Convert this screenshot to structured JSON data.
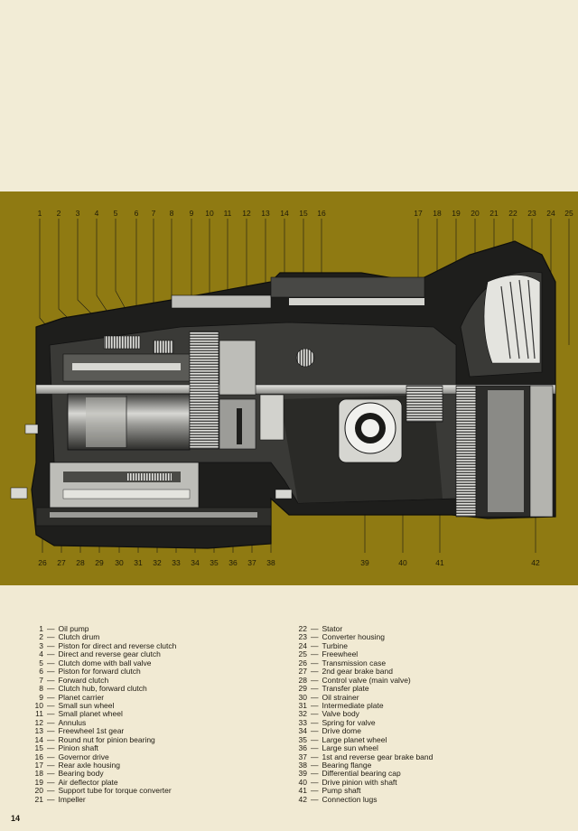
{
  "diagram": {
    "top_callouts": [
      "1",
      "2",
      "3",
      "4",
      "5",
      "6",
      "7",
      "8",
      "9",
      "10",
      "11",
      "12",
      "13",
      "14",
      "15",
      "16",
      "17",
      "18",
      "19",
      "20",
      "21",
      "22",
      "23",
      "24",
      "25"
    ],
    "bottom_callouts": [
      "26",
      "27",
      "28",
      "29",
      "30",
      "31",
      "32",
      "33",
      "34",
      "35",
      "36",
      "37",
      "38",
      "39",
      "40",
      "41",
      "42"
    ],
    "colors": {
      "band": "#8f7a12",
      "page": "#f1ead3",
      "metal_dark": "#2a2a28",
      "metal_light": "#cfcfcb"
    }
  },
  "legend_left": [
    {
      "n": "1",
      "text": "Oil pump"
    },
    {
      "n": "2",
      "text": "Clutch drum"
    },
    {
      "n": "3",
      "text": "Piston for direct and reverse clutch"
    },
    {
      "n": "4",
      "text": "Direct and reverse gear clutch"
    },
    {
      "n": "5",
      "text": "Clutch dome with ball valve"
    },
    {
      "n": "6",
      "text": "Piston for forward clutch"
    },
    {
      "n": "7",
      "text": "Forward clutch"
    },
    {
      "n": "8",
      "text": "Clutch hub, forward clutch"
    },
    {
      "n": "9",
      "text": "Planet carrier"
    },
    {
      "n": "10",
      "text": "Small sun wheel"
    },
    {
      "n": "11",
      "text": "Small planet wheel"
    },
    {
      "n": "12",
      "text": "Annulus"
    },
    {
      "n": "13",
      "text": "Freewheel 1st gear"
    },
    {
      "n": "14",
      "text": "Round nut for pinion bearing"
    },
    {
      "n": "15",
      "text": "Pinion shaft"
    },
    {
      "n": "16",
      "text": "Governor drive"
    },
    {
      "n": "17",
      "text": "Rear axle housing"
    },
    {
      "n": "18",
      "text": "Bearing body"
    },
    {
      "n": "19",
      "text": "Air deflector plate"
    },
    {
      "n": "20",
      "text": "Support tube for torque converter"
    },
    {
      "n": "21",
      "text": "Impeller"
    }
  ],
  "legend_right": [
    {
      "n": "22",
      "text": "Stator"
    },
    {
      "n": "23",
      "text": "Converter housing"
    },
    {
      "n": "24",
      "text": "Turbine"
    },
    {
      "n": "25",
      "text": "Freewheel"
    },
    {
      "n": "26",
      "text": "Transmission case"
    },
    {
      "n": "27",
      "text": "2nd gear brake band"
    },
    {
      "n": "28",
      "text": "Control valve (main valve)"
    },
    {
      "n": "29",
      "text": "Transfer plate"
    },
    {
      "n": "30",
      "text": "Oil strainer"
    },
    {
      "n": "31",
      "text": "Intermediate plate"
    },
    {
      "n": "32",
      "text": "Valve body"
    },
    {
      "n": "33",
      "text": "Spring for valve"
    },
    {
      "n": "34",
      "text": "Drive dome"
    },
    {
      "n": "35",
      "text": "Large planet wheel"
    },
    {
      "n": "36",
      "text": "Large sun wheel"
    },
    {
      "n": "37",
      "text": "1st and reverse gear brake band"
    },
    {
      "n": "38",
      "text": "Bearing flange"
    },
    {
      "n": "39",
      "text": "Differential bearing cap"
    },
    {
      "n": "40",
      "text": "Drive pinion with shaft"
    },
    {
      "n": "41",
      "text": "Pump shaft"
    },
    {
      "n": "42",
      "text": "Connection lugs"
    }
  ],
  "page_number": "14"
}
